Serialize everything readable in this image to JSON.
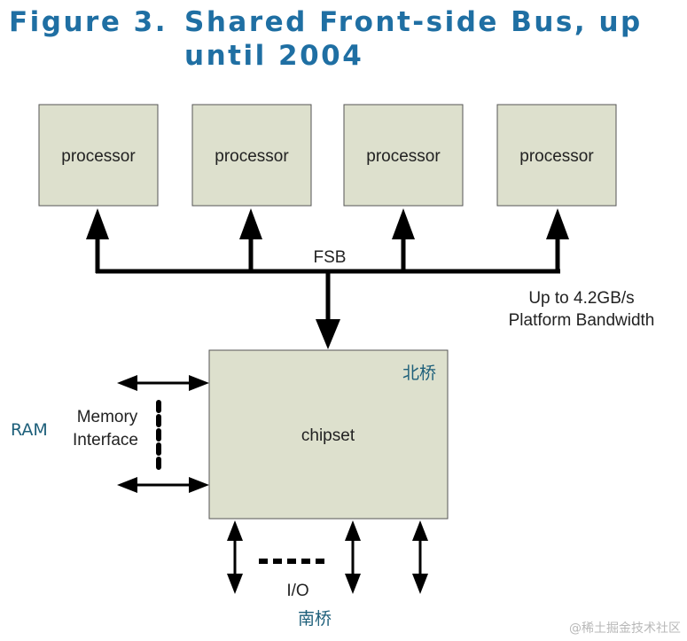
{
  "title": {
    "figure_label": "Figure 3.",
    "line1": "Shared Front-side Bus, up",
    "line2": "until 2004"
  },
  "processors": [
    {
      "label": "processor"
    },
    {
      "label": "processor"
    },
    {
      "label": "processor"
    },
    {
      "label": "processor"
    }
  ],
  "bus": {
    "label": "FSB",
    "bandwidth_line1": "Up to 4.2GB/s",
    "bandwidth_line2": "Platform Bandwidth"
  },
  "chipset": {
    "label": "chipset",
    "annotation": "北桥"
  },
  "memory": {
    "ram_label": "RAM",
    "interface_line1": "Memory",
    "interface_line2": "Interface"
  },
  "io": {
    "label": "I/O",
    "annotation": "南桥"
  },
  "watermark": "@稀土掘金技术社区",
  "colors": {
    "title": "#1f6fa3",
    "box_fill": "#dde0cd",
    "box_stroke": "#555555",
    "annotation": "#1d5f7a"
  }
}
